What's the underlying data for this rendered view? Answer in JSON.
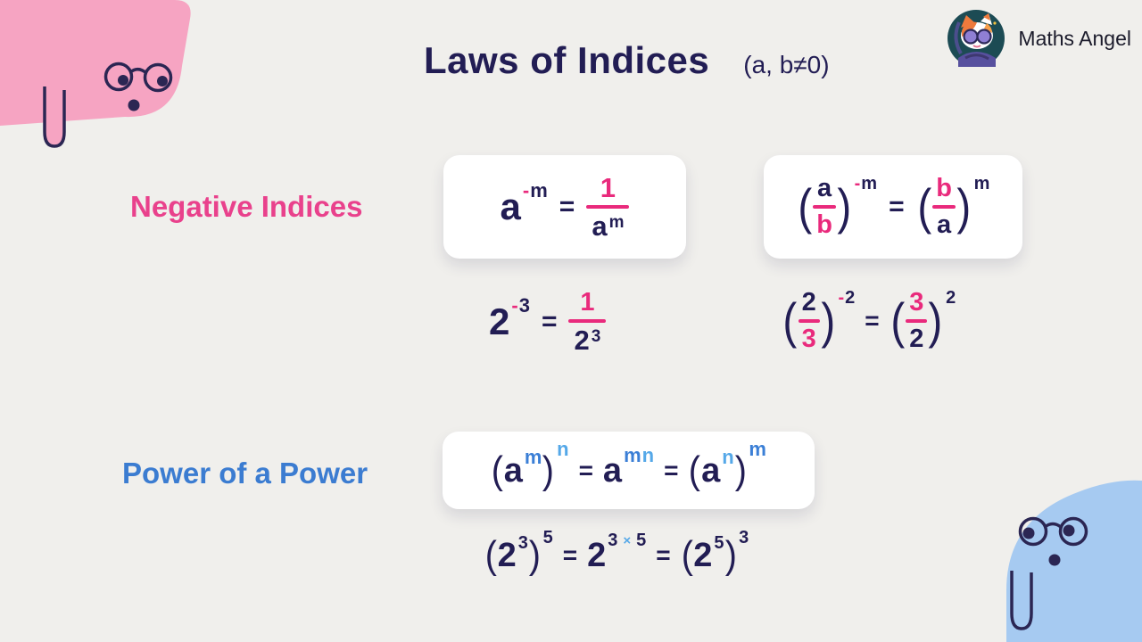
{
  "header": {
    "title": "Laws of Indices",
    "condition": "(a, b≠0)"
  },
  "brand": {
    "name": "Maths Angel"
  },
  "negative_section": {
    "label": "Negative Indices",
    "formula_reciprocal": {
      "base": "a",
      "minus": "-",
      "exp": "m",
      "equals": "=",
      "numerator": "1",
      "den_base": "a",
      "den_exp": "m"
    },
    "formula_fraction": {
      "open": "(",
      "close": ")",
      "left_num": "a",
      "left_den": "b",
      "minus": "-",
      "exp": "m",
      "equals": "=",
      "right_num": "b",
      "right_den": "a",
      "right_exp": "m"
    },
    "example_reciprocal": {
      "base": "2",
      "minus": "-",
      "exp": "3",
      "equals": "=",
      "numerator": "1",
      "den_base": "2",
      "den_exp": "3"
    },
    "example_fraction": {
      "open": "(",
      "close": ")",
      "left_num": "2",
      "left_den": "3",
      "minus": "-",
      "exp": "2",
      "equals": "=",
      "right_num": "3",
      "right_den": "2",
      "right_exp": "2"
    }
  },
  "power_section": {
    "label": "Power of a Power",
    "formula": {
      "open": "(",
      "close": ")",
      "base": "a",
      "exp_m": "m",
      "exp_n": "n",
      "equals": "=",
      "mid_exp_m": "m",
      "mid_exp_n": "n",
      "right_exp_n": "n",
      "right_exp_m": "m"
    },
    "example": {
      "open": "(",
      "close": ")",
      "base": "2",
      "exp_3": "3",
      "exp_5": "5",
      "equals": "=",
      "times": "×"
    }
  },
  "colors": {
    "background": "#F0EFEC",
    "navy": "#221D54",
    "pink": "#E92A7C",
    "pink_label": "#E9418C",
    "blue_label": "#3B7CD1",
    "blue_m": "#3B7FD6",
    "blue_n": "#55A8E8",
    "blob_pink": "#F6A4C2",
    "blob_blue": "#A6CAF1",
    "card_white": "#FFFFFF"
  }
}
